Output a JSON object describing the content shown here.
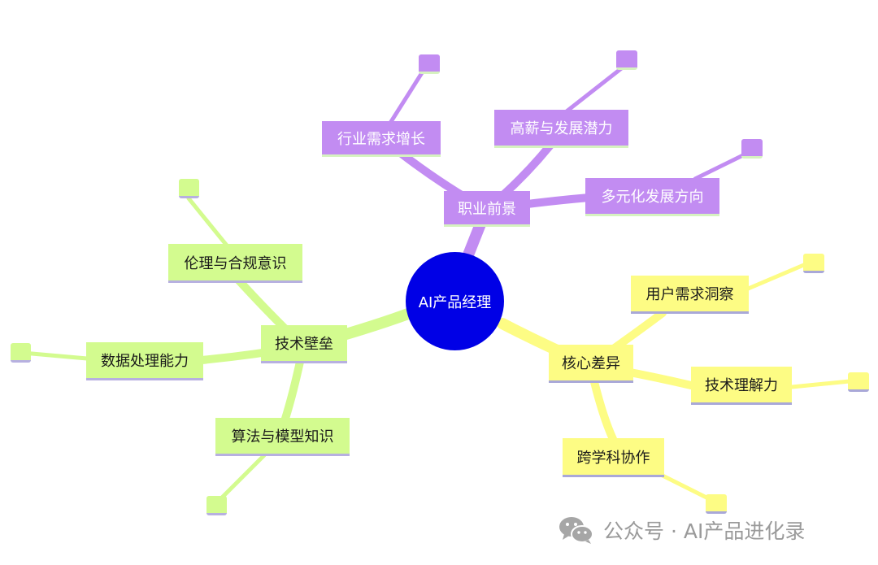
{
  "center": {
    "label": "AI产品经理",
    "color": "#0000e6"
  },
  "branches": [
    {
      "label": "职业前景",
      "color": "#c28cf2",
      "children": [
        "行业需求增长",
        "高薪与发展潜力",
        "多元化发展方向"
      ]
    },
    {
      "label": "技术壁垒",
      "color": "#d3fb8f",
      "children": [
        "伦理与合规意识",
        "数据处理能力",
        "算法与模型知识"
      ]
    },
    {
      "label": "核心差异",
      "color": "#fdfc84",
      "children": [
        "用户需求洞察",
        "技术理解力",
        "跨学科协作"
      ]
    }
  ],
  "watermark": {
    "text": "公众号 · AI产品进化录",
    "icon": "wechat-icon"
  }
}
